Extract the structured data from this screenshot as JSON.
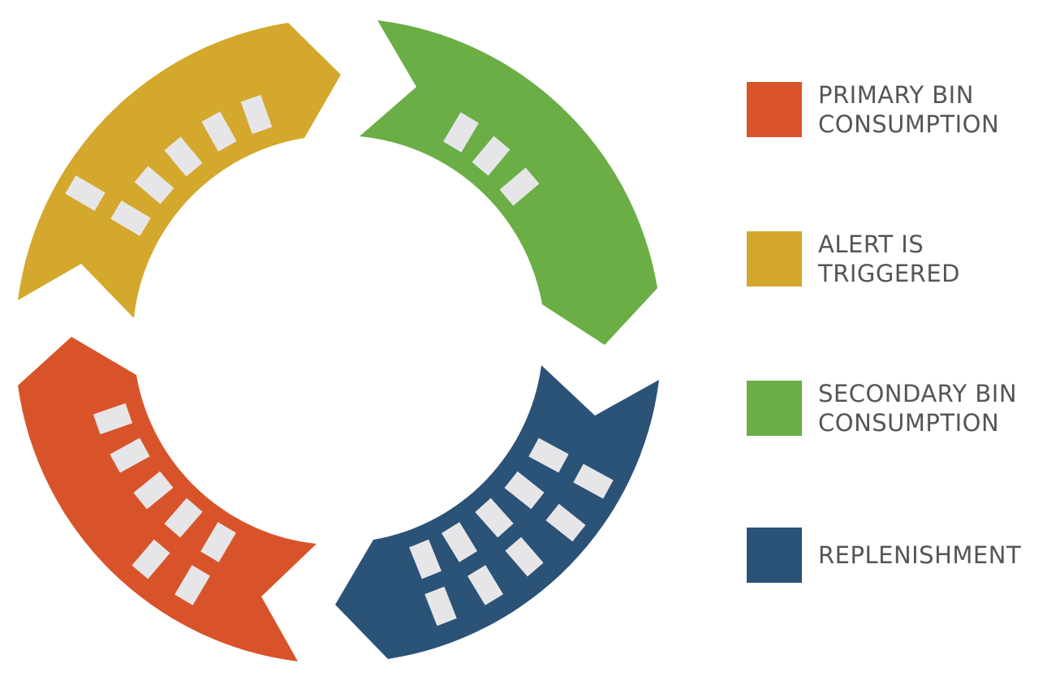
{
  "legend": [
    {
      "label": "PRIMARY BIN\nCONSUMPTION",
      "color": "#d9532a"
    },
    {
      "label": "ALERT IS\nTRIGGERED",
      "color": "#d4a82c"
    },
    {
      "label": "SECONDARY BIN\nCONSUMPTION",
      "color": "#6aae45"
    },
    {
      "label": "REPLENISHMENT",
      "color": "#2b5277"
    }
  ],
  "colors": {
    "bin": "#e6e6e8"
  }
}
